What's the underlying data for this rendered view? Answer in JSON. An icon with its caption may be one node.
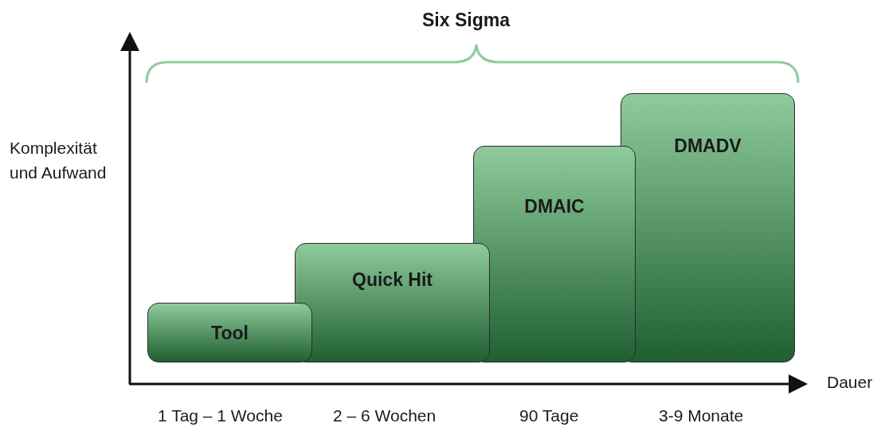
{
  "diagram": {
    "title": "Six Sigma",
    "nodes": [
      {
        "text": [
          "Tool"
        ]
      },
      {
        "text": [
          "Quick Hit"
        ]
      },
      {
        "text": [
          "DMAIC"
        ]
      },
      {
        "text": [
          "DMADV"
        ]
      }
    ],
    "labels": [
      "Komplexität und Aufwand",
      "Dauer",
      "1 Tag – 1 Woche",
      "2 – 6 Wochen",
      "90 Tage",
      "3-9 Monate"
    ]
  }
}
